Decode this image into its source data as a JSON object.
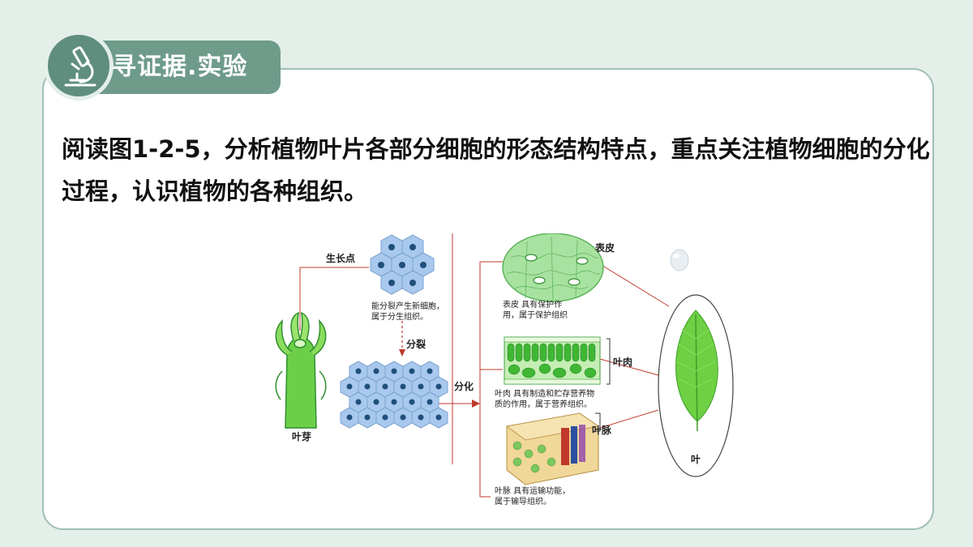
{
  "header": {
    "title": "寻证据.实验",
    "icon": "microscope-icon"
  },
  "instruction": "阅读图1-2-5，分析植物叶片各部分细胞的形态结构特点，重点关注植物细胞的分化过程，认识植物的各种组织。",
  "figure": {
    "growth_point_label": "生长点",
    "growth_point_caption": "能分裂产生新细胞，\n属于分生组织。",
    "bud_label": "叶芽",
    "division_label": "分裂",
    "differentiation_label": "分化",
    "epidermis_label": "表皮",
    "epidermis_caption": "表皮   具有保护作\n用，属于保护组织",
    "mesophyll_label": "叶肉",
    "mesophyll_caption": "叶肉   具有制造和贮存营养物\n质的作用，属于营养组织。",
    "vein_label": "叶脉",
    "vein_caption": "叶脉   具有运输功能，\n属于输导组织。",
    "leaf_label": "叶"
  },
  "colors": {
    "background": "#e4efe9",
    "accent": "#6f9b8b",
    "cell_fill": "#a9c8ee",
    "nucleus": "#1f4f7a",
    "leaf_green": "#5cc23a",
    "line_red": "#c0392b"
  }
}
